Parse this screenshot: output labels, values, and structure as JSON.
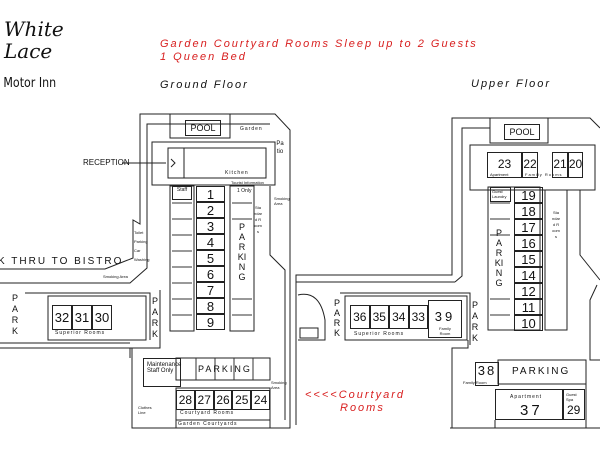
{
  "logo": {
    "script": "White Lace",
    "subtitle": "Motor Inn"
  },
  "header": {
    "line1": "Garden Courtyard Rooms Sleep up to 2 Guests",
    "line2": "1 Queen Bed",
    "accent_color": "#d81e1e"
  },
  "ground": {
    "title": "Ground Floor",
    "pool": "POOL",
    "garden": "Garden",
    "patio": "Patio",
    "reception": "RECEPTION",
    "kitchen": "Kitchen",
    "tourist_info": "Tourist Information",
    "staff": "Staff",
    "one_only": "1 Only",
    "smoking_area_1": "Smoking Area",
    "smoking_area_2": "Smoking Area",
    "smoking_area_3": "Smoking Area",
    "toilet": "Toilet Parking Car Washing",
    "bistro": "K THRU TO BISTRO",
    "standard_rooms": "Standard Rooms",
    "parking_vertical": "PARKING",
    "park_left": "PARK",
    "park_right": "PARK",
    "rooms_column": [
      "1",
      "2",
      "3",
      "4",
      "5",
      "6",
      "7",
      "8",
      "9"
    ],
    "superior_rooms": [
      "32",
      "31",
      "30"
    ],
    "superior_label": "Superior Rooms",
    "maintenance": "Maintenance Staff Only",
    "parking_lower": "PARKING",
    "courtyard_rooms": [
      "28",
      "27",
      "26",
      "25",
      "24"
    ],
    "courtyard_label": "Courtyard Rooms",
    "garden_courtyards": "Garden Courtyards",
    "clothes_line": "Clothes Line"
  },
  "upper": {
    "title": "Upper Floor",
    "pool": "POOL",
    "top_rooms": [
      {
        "num": "23"
      },
      {
        "num": "22"
      },
      {
        "num": "21"
      },
      {
        "num": "20"
      }
    ],
    "apartment_label": "Apartment",
    "family_rooms_label": "Family Rooms",
    "guest_laundry": "Guest Laundry",
    "rooms_column": [
      "19",
      "18",
      "17",
      "16",
      "15",
      "14",
      "12",
      "11",
      "10"
    ],
    "parking_vertical": "PARKING",
    "standard_rooms": "Standard Rooms",
    "superior_rooms": [
      "36",
      "35",
      "34",
      "33"
    ],
    "superior_label": "Superior Rooms",
    "family_room_39": "39",
    "family_room_label": "Family Room",
    "park_left": "PARK",
    "park_right": "PARK",
    "room_38": "38",
    "room_38_label": "Family Room",
    "parking_lower": "PARKING",
    "apartment_37_label": "Apartment",
    "room_37": "37",
    "room_29": "29",
    "room_29_label": "Guest Spa",
    "courtyard_arrow": "<<<<Courtyard",
    "courtyard_rooms": "Rooms"
  }
}
